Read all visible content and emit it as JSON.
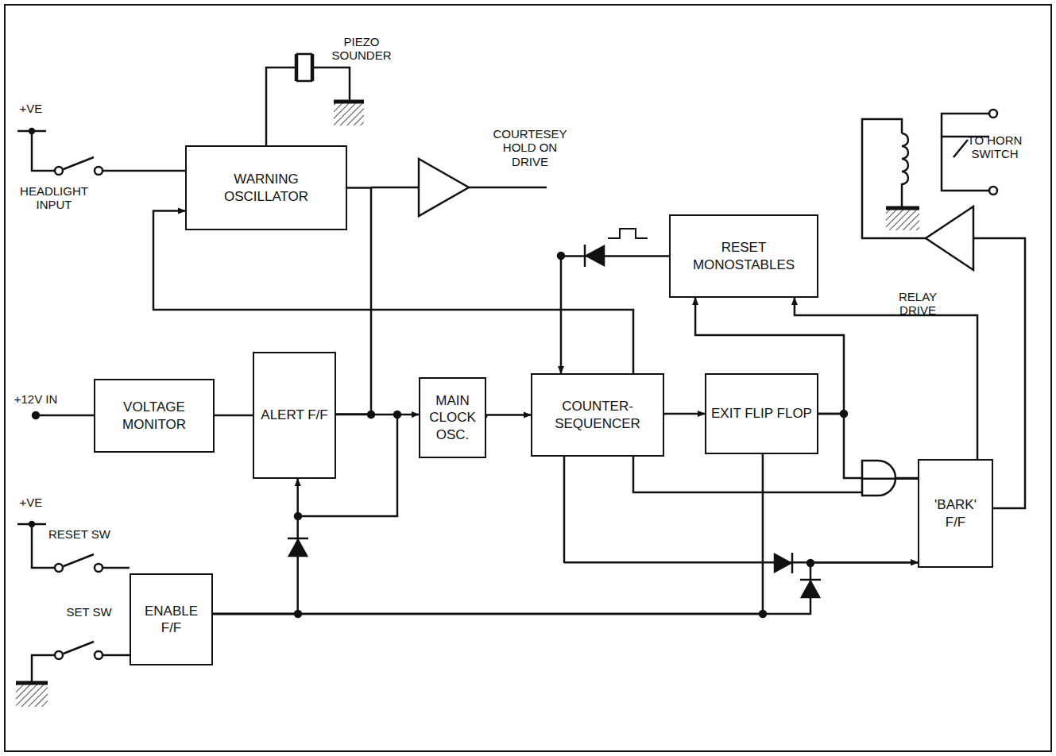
{
  "diagram": {
    "nodes": [
      {
        "text": [
          "WARNING OSCILLATOR"
        ]
      },
      {
        "text": [
          "RESET MONOSTABLES"
        ]
      },
      {
        "text": [
          "VOLTAGE MONITOR"
        ]
      },
      {
        "text": [
          "ALERT F/F"
        ]
      },
      {
        "text": [
          "MAIN CLOCK OSC."
        ]
      },
      {
        "text": [
          "COUNTER- SEQUENCER"
        ]
      },
      {
        "text": [
          "EXIT FLIP FLOP"
        ]
      },
      {
        "text": [
          "'BARK' F/F"
        ]
      },
      {
        "text": [
          "ENABLE F/F"
        ]
      }
    ],
    "edges": [
      {
        "from": 2,
        "to": 3,
        "arrow": "none"
      },
      {
        "from": 3,
        "to": 4,
        "arrow": "to"
      },
      {
        "from": 3,
        "to": 0,
        "arrow": "none"
      },
      {
        "from": 4,
        "to": 5,
        "arrow": "to"
      },
      {
        "from": 5,
        "to": 6,
        "arrow": "to"
      },
      {
        "from": 1,
        "to": 5,
        "arrow": "to"
      },
      {
        "from": 5,
        "to": 0,
        "arrow": "to"
      },
      {
        "from": 6,
        "to": 1,
        "arrow": "to"
      },
      {
        "from": 6,
        "to": 7,
        "arrow": "none"
      },
      {
        "from": 7,
        "to": 1,
        "arrow": "to"
      },
      {
        "from": 5,
        "to": 7,
        "arrow": "to"
      },
      {
        "from": 8,
        "to": 3,
        "arrow": "to"
      },
      {
        "from": 8,
        "to": 6,
        "arrow": "none"
      },
      {
        "from": 8,
        "to": 7,
        "arrow": "to"
      }
    ],
    "labels": [
      "PIEZO SOUNDER",
      "+VE",
      "HEADLIGHT INPUT",
      "COURTESEY HOLD ON DRIVE",
      "RELAY DRIVE",
      "TO HORN SWITCH",
      "+12V IN",
      "+VE",
      "RESET SW",
      "SET SW"
    ]
  }
}
